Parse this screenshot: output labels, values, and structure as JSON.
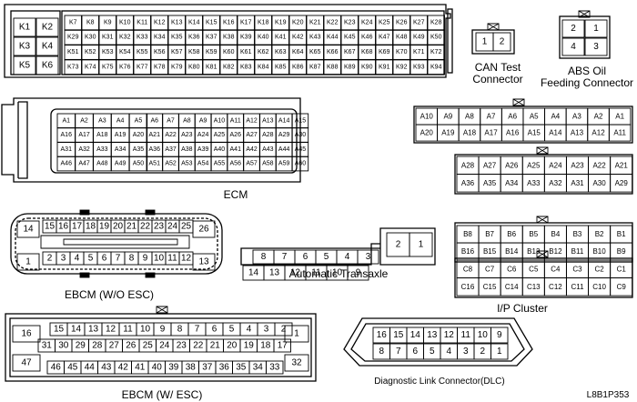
{
  "labels": {
    "ecm": "ECM",
    "can_line1": "CAN Test",
    "can_line2": "Connector",
    "abs_line1": "ABS Oil",
    "abs_line2": "Feeding Connector",
    "transaxle": "Automatic Transaxle",
    "ip_cluster": "I/P Cluster",
    "ebcm_wo": "EBCM (W/O ESC)",
    "ebcm_w": "EBCM (W/ ESC)",
    "dlc": "Diagnostic Link Connector(DLC)",
    "figure_code": "L8B1P353"
  },
  "ecm_k": {
    "left": [
      [
        "K1",
        "K2"
      ],
      [
        "K3",
        "K4"
      ],
      [
        "K5",
        "K6"
      ]
    ],
    "rows": [
      [
        "K7",
        "K8",
        "K9",
        "K10",
        "K11",
        "K12",
        "K13",
        "K14",
        "K15",
        "K16",
        "K17",
        "K18",
        "K19",
        "K20",
        "K21",
        "K22",
        "K23",
        "K24",
        "K25",
        "K26",
        "K27",
        "K28"
      ],
      [
        "K29",
        "K30",
        "K31",
        "K32",
        "K33",
        "K34",
        "K35",
        "K36",
        "K37",
        "K38",
        "K39",
        "K40",
        "K41",
        "K42",
        "K43",
        "K44",
        "K45",
        "K46",
        "K47",
        "K48",
        "K49",
        "K50"
      ],
      [
        "K51",
        "K52",
        "K53",
        "K54",
        "K55",
        "K56",
        "K57",
        "K58",
        "K59",
        "K60",
        "K61",
        "K62",
        "K63",
        "K64",
        "K65",
        "K66",
        "K67",
        "K68",
        "K69",
        "K70",
        "K71",
        "K72"
      ],
      [
        "K73",
        "K74",
        "K75",
        "K76",
        "K77",
        "K78",
        "K79",
        "K80",
        "K81",
        "K82",
        "K83",
        "K84",
        "K85",
        "K86",
        "K87",
        "K88",
        "K89",
        "K90",
        "K91",
        "K92",
        "K93",
        "K94"
      ]
    ]
  },
  "ecm_a": {
    "left": [
      [
        "A1",
        "A2",
        "A3",
        "A4",
        "A5"
      ],
      [
        "A16",
        "A17",
        "A18",
        "A19",
        "A20"
      ],
      [
        "A31",
        "A32",
        "A33",
        "A34",
        "A35"
      ],
      [
        "A46",
        "A47",
        "A48",
        "A49",
        "A50"
      ]
    ],
    "right": [
      [
        "A6",
        "A7",
        "A8",
        "A9",
        "A10",
        "A11",
        "A12",
        "A13",
        "A14",
        "A15"
      ],
      [
        "A21",
        "A22",
        "A23",
        "A24",
        "A25",
        "A26",
        "A27",
        "A28",
        "A29",
        "A30"
      ],
      [
        "A36",
        "A37",
        "A38",
        "A39",
        "A40",
        "A41",
        "A42",
        "A43",
        "A44",
        "A45"
      ],
      [
        "A51",
        "A52",
        "A53",
        "A54",
        "A55",
        "A56",
        "A57",
        "A58",
        "A59",
        "A60"
      ]
    ]
  },
  "can_pins": [
    "1",
    "2"
  ],
  "abs_pins": [
    [
      "2",
      "1"
    ],
    [
      "4",
      "3"
    ]
  ],
  "ip": {
    "block1": [
      [
        "A10",
        "A9",
        "A8",
        "A7",
        "A6",
        "A5",
        "A4",
        "A3",
        "A2",
        "A1"
      ],
      [
        "A20",
        "A19",
        "A18",
        "A17",
        "A16",
        "A15",
        "A14",
        "A13",
        "A12",
        "A11"
      ]
    ],
    "block2": [
      [
        "A28",
        "A27",
        "A26",
        "A25",
        "A24",
        "A23",
        "A22",
        "A21"
      ],
      [
        "A36",
        "A35",
        "A34",
        "A33",
        "A32",
        "A31",
        "A30",
        "A29"
      ]
    ],
    "block3": [
      [
        "B8",
        "B7",
        "B6",
        "B5",
        "B4",
        "B3",
        "B2",
        "B1"
      ],
      [
        "B16",
        "B15",
        "B14",
        "B13",
        "B12",
        "B11",
        "B10",
        "B9"
      ]
    ],
    "block4": [
      [
        "C8",
        "C7",
        "C6",
        "C5",
        "C4",
        "C3",
        "C2",
        "C1"
      ],
      [
        "C16",
        "C15",
        "C14",
        "C13",
        "C12",
        "C11",
        "C10",
        "C9"
      ]
    ]
  },
  "transaxle": {
    "top": [
      "8",
      "7",
      "6",
      "5",
      "4",
      "3"
    ],
    "bottom": [
      "14",
      "13",
      "12",
      "11",
      "10",
      "9"
    ],
    "side": [
      "2",
      "1"
    ]
  },
  "ebcm_wo": {
    "left_top": "14",
    "left_bottom": "1",
    "right_top": "26",
    "right_bottom": "13",
    "top": [
      "15",
      "16",
      "17",
      "18",
      "19",
      "20",
      "21",
      "22",
      "23",
      "24",
      "25"
    ],
    "bottom": [
      "2",
      "3",
      "4",
      "5",
      "6",
      "7",
      "8",
      "9",
      "10",
      "11",
      "12"
    ]
  },
  "ebcm_w": {
    "left": [
      "16",
      "47"
    ],
    "right": [
      "1",
      "32"
    ],
    "row1": [
      "15",
      "14",
      "13",
      "12",
      "11",
      "10",
      "9",
      "8",
      "7",
      "6",
      "5",
      "4",
      "3",
      "2"
    ],
    "row2": [
      "31",
      "30",
      "29",
      "28",
      "27",
      "26",
      "25",
      "24",
      "23",
      "22",
      "21",
      "20",
      "19",
      "18",
      "17"
    ],
    "row3": [
      "46",
      "45",
      "44",
      "43",
      "42",
      "41",
      "40",
      "39",
      "38",
      "37",
      "36",
      "35",
      "34",
      "33"
    ]
  },
  "dlc": {
    "top": [
      "16",
      "15",
      "14",
      "13",
      "12",
      "11",
      "10",
      "9"
    ],
    "bottom": [
      "8",
      "7",
      "6",
      "5",
      "4",
      "3",
      "2",
      "1"
    ]
  }
}
